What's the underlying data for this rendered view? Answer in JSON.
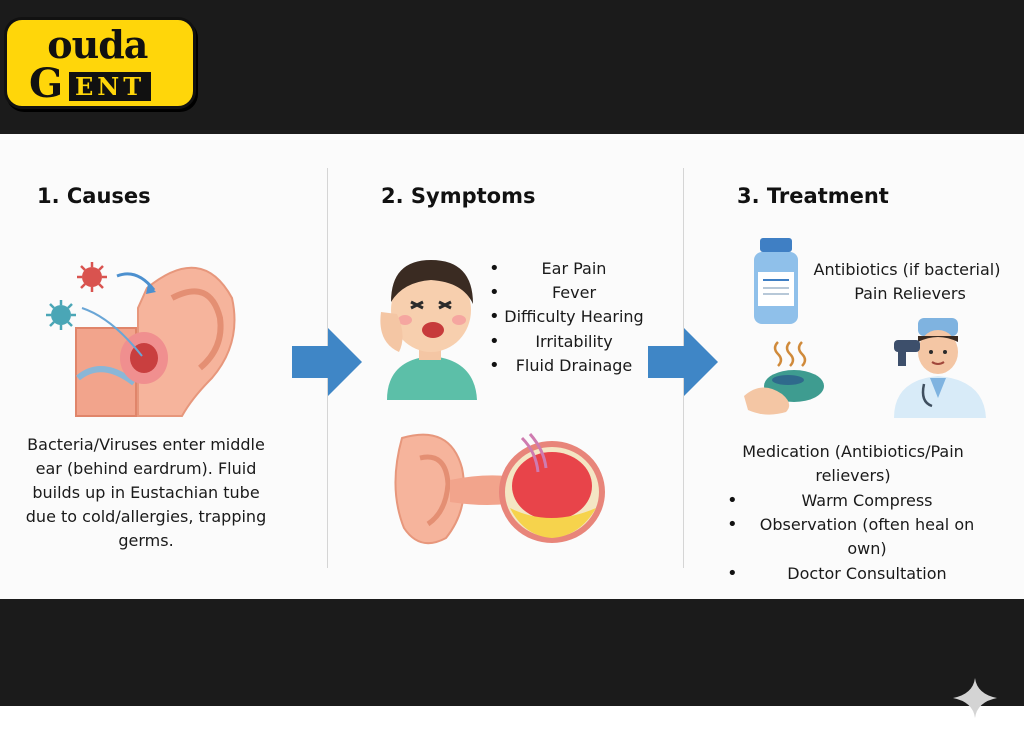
{
  "brand": {
    "logo_text": "gouda ENT"
  },
  "sections": {
    "causes": {
      "heading": "1. Causes",
      "description": "Bacteria/Viruses enter middle ear (behind eardrum). Fluid builds up in Eustachian tube due to cold/allergies, trapping germs."
    },
    "symptoms": {
      "heading": "2. Symptoms",
      "items": [
        "Ear Pain",
        "Fever",
        "Difficulty Hearing",
        "Irritability",
        "Fluid Drainage"
      ]
    },
    "treatment": {
      "heading": "3. Treatment",
      "antibiotics": "Antibiotics (if bacterial)",
      "pain_relievers": "Pain Relievers",
      "medication": "Medication (Antibiotics/Pain relievers)",
      "items": [
        "Warm Compress",
        "Observation (often heal on own)",
        "Doctor Consultation"
      ]
    }
  },
  "colors": {
    "accent_yellow": "#ffd60a",
    "arrow_blue": "#3f86c6",
    "band_dark": "#1b1b1b"
  },
  "icons": [
    "germ-icon",
    "ear-illustration",
    "crying-child-illustration",
    "inner-ear-illustration",
    "medicine-bottle-icon",
    "warm-compress-icon",
    "doctor-illustration",
    "sparkle-icon"
  ]
}
